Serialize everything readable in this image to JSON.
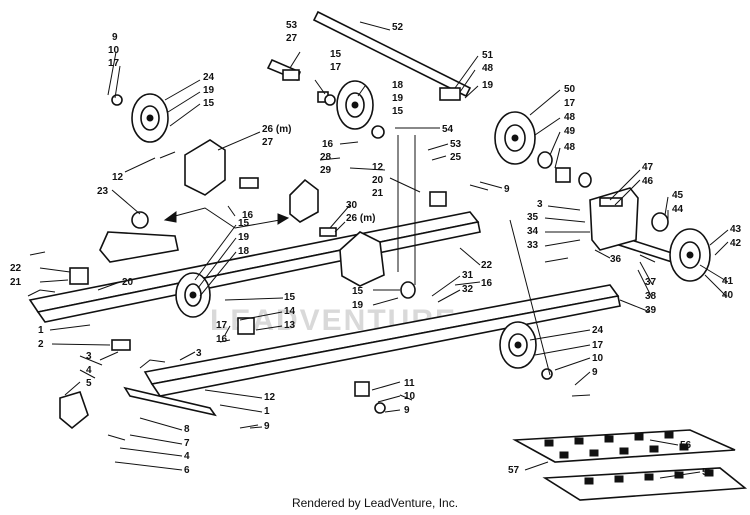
{
  "callouts": [
    "1",
    "2",
    "3",
    "4",
    "5",
    "6",
    "7",
    "8",
    "9",
    "10",
    "11",
    "12",
    "13",
    "14",
    "15",
    "16",
    "17",
    "18",
    "19",
    "20",
    "21",
    "22",
    "23",
    "24",
    "25",
    "26 (m)",
    "27",
    "28",
    "29",
    "30",
    "31",
    "32",
    "33",
    "34",
    "35",
    "36",
    "37",
    "38",
    "39",
    "40",
    "41",
    "42",
    "43",
    "44",
    "45",
    "46",
    "47",
    "48",
    "49",
    "50",
    "51",
    "52",
    "53",
    "54",
    "55",
    "56",
    "57"
  ],
  "watermark": "LEADVENTURE",
  "footer": "Rendered by LeadVenture, Inc."
}
